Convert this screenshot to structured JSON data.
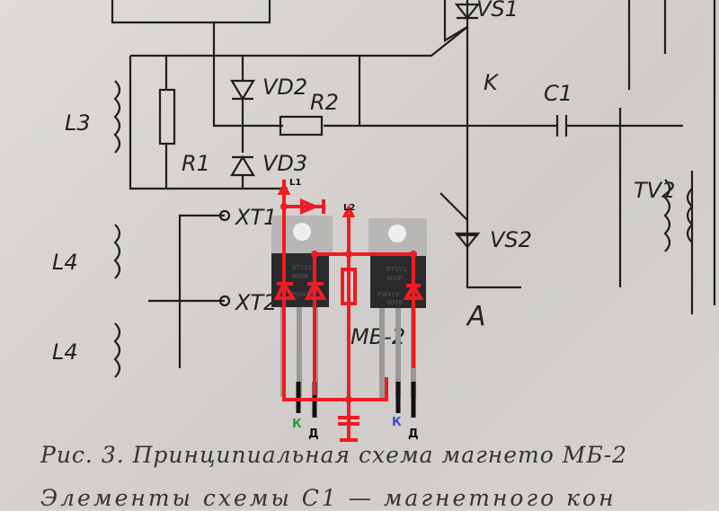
{
  "schematic": {
    "labels": {
      "vs1": "VS1",
      "vd2": "VD2",
      "r2": "R2",
      "k": "K",
      "c1": "C1",
      "l3": "L3",
      "r1": "R1",
      "vd3": "VD3",
      "xt1": "XT1",
      "xt2": "XT2",
      "l4a": "L4",
      "l4b": "L4",
      "vs2": "VS2",
      "tv2": "TV2",
      "a": "A",
      "mb": "МБ-2"
    },
    "caption": "Рис. 3. Принципиальная схема магнето МБ-2",
    "caption_next_line": "Элементы схемы C1 — магнетного кон"
  },
  "overlay": {
    "l1": "L1",
    "l2": "L2",
    "left_pin_k": "К",
    "left_pin_d": "Д",
    "right_pin_k": "К",
    "right_pin_d": "Д",
    "chip_text_1": "BT151",
    "chip_text_2": "600R",
    "chip_text_3": "PJd419",
    "chip_text_4": "005B",
    "colors": {
      "wire": "#ee1c24",
      "k_left": "#1fa33a",
      "k_right": "#3b4bd6"
    }
  }
}
